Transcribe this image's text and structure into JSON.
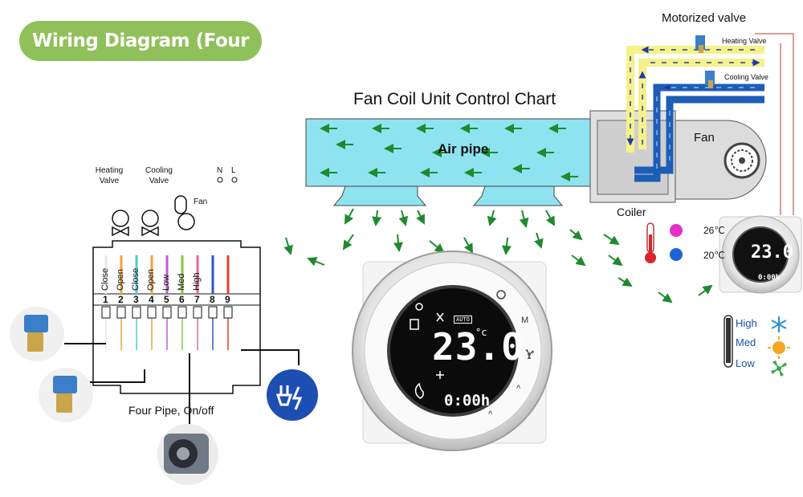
{
  "title": "Wiring Diagram (Four pipe) :",
  "chart_title": "Fan Coil Unit Control Chart",
  "motorized_valve": "Motorized valve",
  "heating_valve_tag": "Heating Valve",
  "cooling_valve_tag": "Cooling Valve",
  "air_pipe": "Air pipe",
  "fan_label": "Fan",
  "coiler_label": "Coiler",
  "wiring": {
    "heating_valve": "Heating Valve",
    "cooling_valve": "Cooling Valve",
    "fan": "Fan",
    "neutral": "N",
    "live": "L",
    "terminals": [
      {
        "num": "1",
        "name": "Close",
        "color": "#e8e8e8"
      },
      {
        "num": "2",
        "name": "Open",
        "color": "#f1a33a"
      },
      {
        "num": "3",
        "name": "Close",
        "color": "#4fc8d6"
      },
      {
        "num": "4",
        "name": "Open",
        "color": "#f1a33a"
      },
      {
        "num": "5",
        "name": "Low",
        "color": "#c05bd6"
      },
      {
        "num": "6",
        "name": "Med",
        "color": "#8cc63f"
      },
      {
        "num": "7",
        "name": "High",
        "color": "#e06a9a"
      },
      {
        "num": "8",
        "name": "",
        "color": "#2a56c6"
      },
      {
        "num": "9",
        "name": "",
        "color": "#e0412b"
      }
    ],
    "caption": "Four Pipe, On/off"
  },
  "thermostat": {
    "temperature": "23.0",
    "temp_unit": "°c",
    "time": "0:00h",
    "mode": "AUTO",
    "btn_m": "M",
    "btn_up": "^"
  },
  "temps": {
    "hot": "26℃",
    "cold": "20℃",
    "hot_color": "#e62fc7",
    "cold_color": "#1d63d8"
  },
  "speeds": {
    "high": "High",
    "med": "Med",
    "low": "Low"
  }
}
